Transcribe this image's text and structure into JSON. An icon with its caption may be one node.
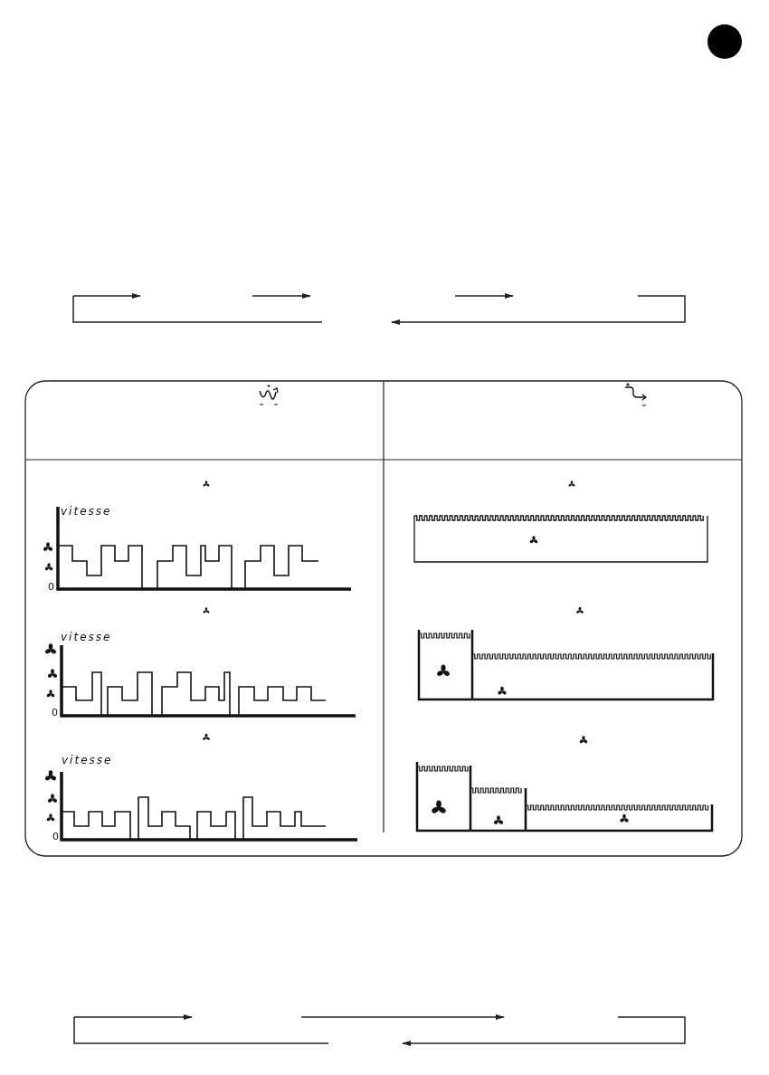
{
  "diagram": {
    "labels": [
      "vitesse",
      "0",
      "vitesse",
      "0",
      "vitesse",
      "0"
    ]
  }
}
